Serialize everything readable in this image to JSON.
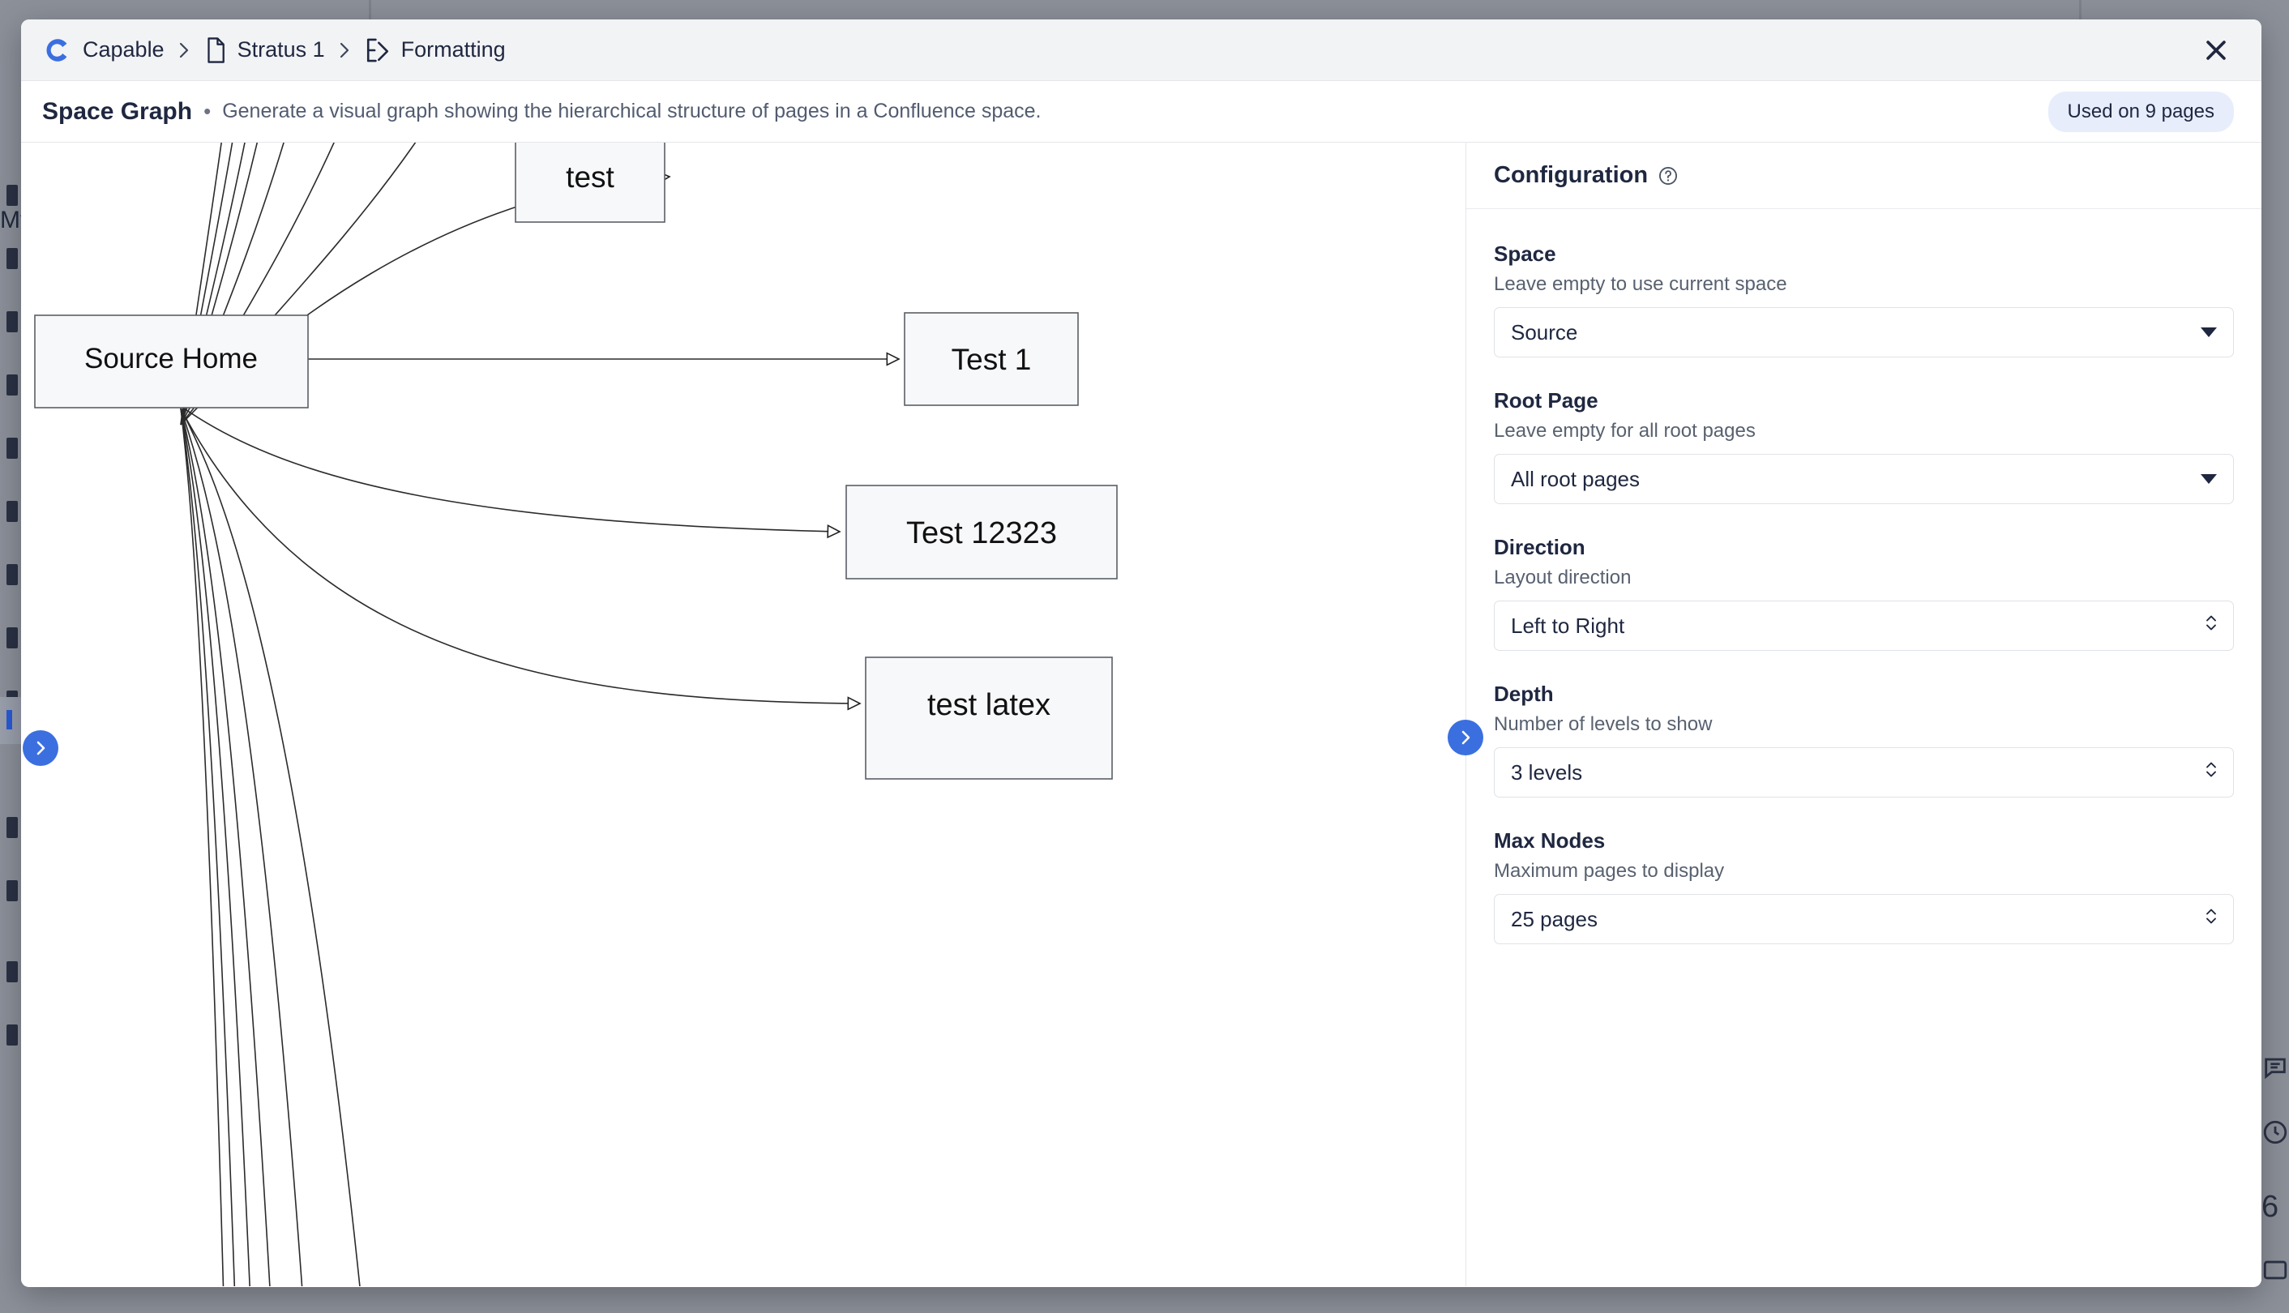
{
  "header": {
    "breadcrumbs": [
      {
        "label": "Capable",
        "icon": "capable-logo-icon"
      },
      {
        "label": "Stratus 1",
        "icon": "document-icon"
      },
      {
        "label": "Formatting",
        "icon": "formatting-icon"
      }
    ],
    "separator": "›",
    "close_label": "×"
  },
  "subheader": {
    "title": "Space Graph",
    "dot": "•",
    "description": "Generate a visual graph showing the hierarchical structure of pages in a Confluence space.",
    "usage_badge": "Used on 9 pages"
  },
  "config": {
    "title": "Configuration",
    "help_icon": "help-circle-icon",
    "fields": [
      {
        "name": "space",
        "label": "Space",
        "hint": "Leave empty to use current space",
        "value": "Source",
        "control": "dropdown"
      },
      {
        "name": "root-page",
        "label": "Root Page",
        "hint": "Leave empty for all root pages",
        "value": "All root pages",
        "control": "dropdown"
      },
      {
        "name": "direction",
        "label": "Direction",
        "hint": "Layout direction",
        "value": "Left to Right",
        "control": "select"
      },
      {
        "name": "depth",
        "label": "Depth",
        "hint": "Number of levels to show",
        "value": "3 levels",
        "control": "select"
      },
      {
        "name": "max-nodes",
        "label": "Max Nodes",
        "hint": "Maximum pages to display",
        "value": "25 pages",
        "control": "select"
      }
    ]
  },
  "graph": {
    "nodes": [
      {
        "name": "source-home",
        "label": "Source Home"
      },
      {
        "name": "test",
        "label": "test"
      },
      {
        "name": "test-1",
        "label": "Test 1"
      },
      {
        "name": "test-12323",
        "label": "Test 12323"
      },
      {
        "name": "test-latex",
        "label": "test latex"
      }
    ],
    "edges": [
      {
        "from": "source-home",
        "to": "test"
      },
      {
        "from": "source-home",
        "to": "Test 1"
      },
      {
        "from": "source-home",
        "to": "Test 12323"
      },
      {
        "from": "source-home",
        "to": "test latex"
      }
    ]
  },
  "overlays": {
    "chevron_icon": "chevron-right-icon",
    "buttons": [
      {
        "name": "graph-expand-left-button"
      },
      {
        "name": "config-expand-button"
      }
    ]
  },
  "background": {
    "left_text": "My",
    "right_icons": [
      "comment-icon",
      "history-icon",
      "six-glyph",
      "rectangle-icon"
    ]
  },
  "colors": {
    "accent_blue": "#3b6fe0",
    "badge_bg": "#e7edfb",
    "node_fill": "#f7f8fa",
    "node_border": "#5a5f66",
    "text_dark": "#1f2740",
    "backdrop": "#8c9099"
  }
}
